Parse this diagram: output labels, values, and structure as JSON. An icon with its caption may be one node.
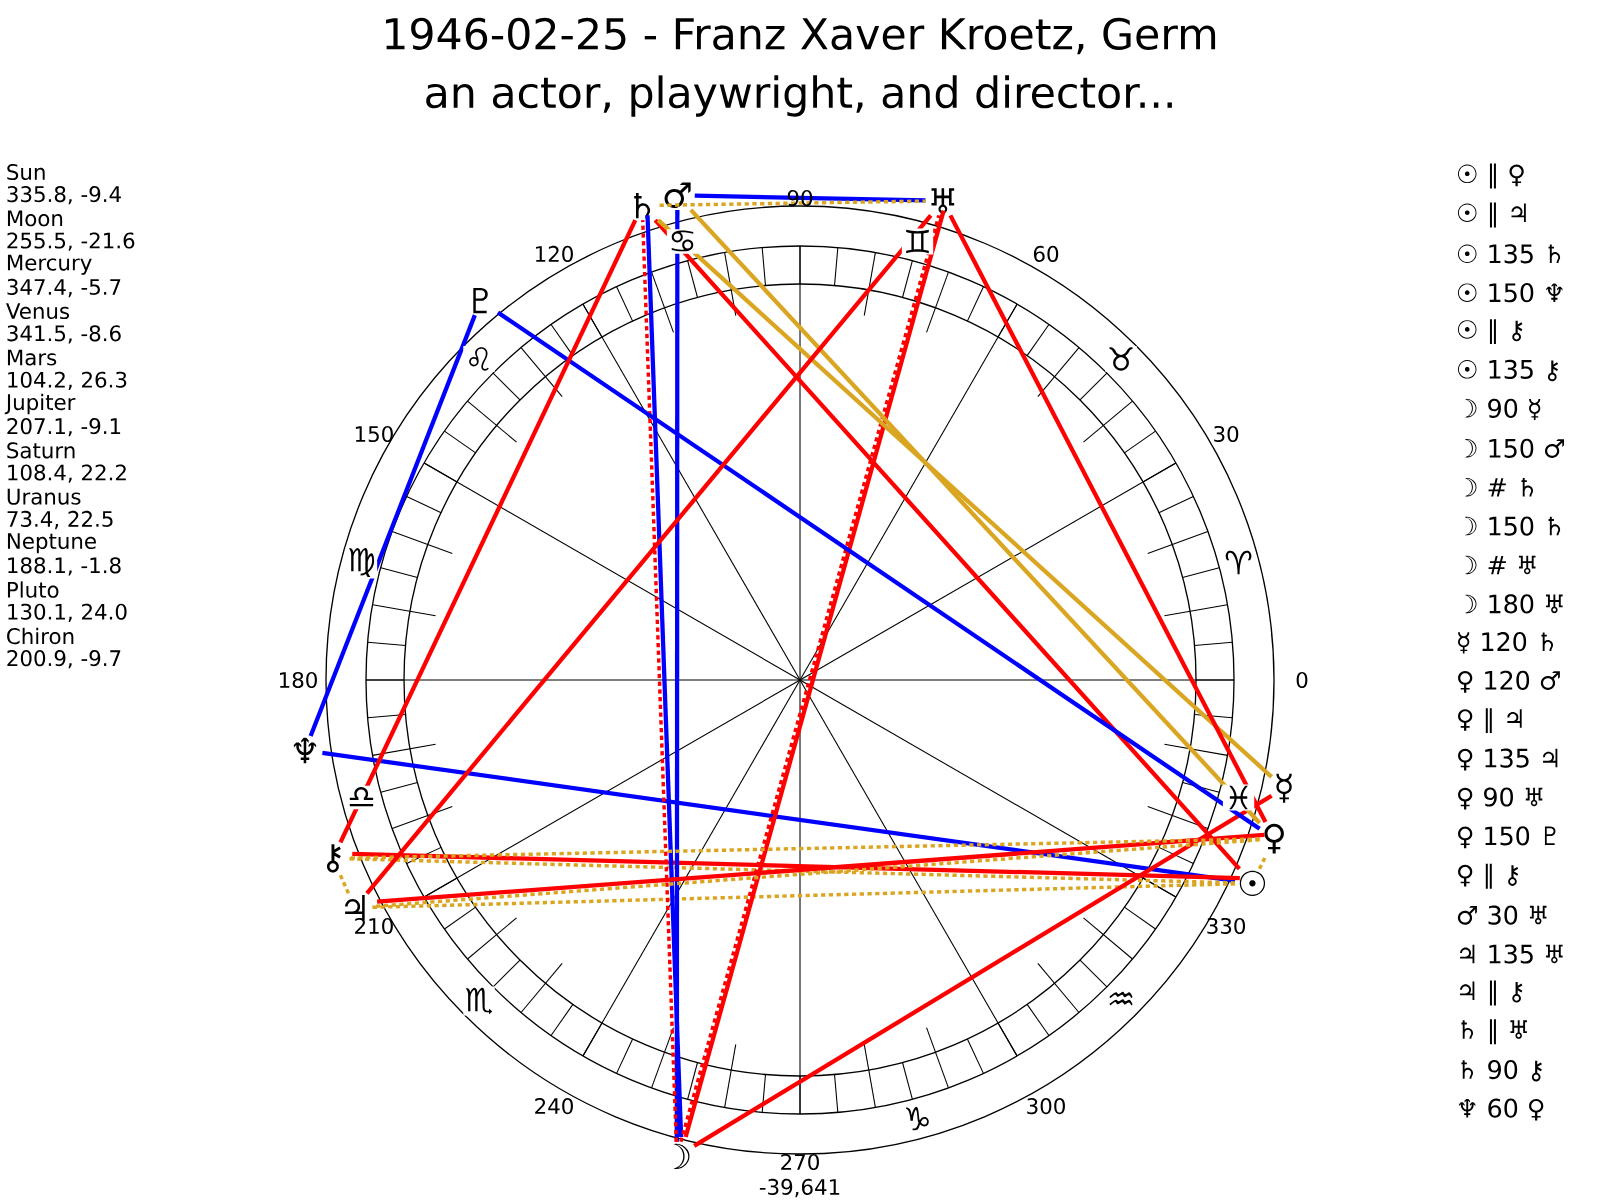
{
  "diagram": {
    "title": "1946-02-25 - Franz Xaver Kroetz, Germ",
    "nodes": [
      {
        "text": [
          "☉"
        ]
      },
      {
        "text": [
          "☽"
        ]
      },
      {
        "text": [
          "☿"
        ]
      },
      {
        "text": [
          "♀"
        ]
      },
      {
        "text": [
          "♂"
        ]
      },
      {
        "text": [
          "♃"
        ]
      },
      {
        "text": [
          "♄"
        ]
      },
      {
        "text": [
          "♅"
        ]
      },
      {
        "text": [
          "♆"
        ]
      },
      {
        "text": [
          "♇"
        ]
      },
      {
        "text": [
          "⚷"
        ]
      }
    ],
    "edges": [
      {
        "from": 0,
        "to": 3,
        "arrow": "none",
        "style": "dashed",
        "color": "#daa520"
      },
      {
        "from": 0,
        "to": 5,
        "arrow": "none",
        "style": "dashed",
        "color": "#daa520"
      },
      {
        "from": 0,
        "to": 6,
        "arrow": "none"
      },
      {
        "from": 0,
        "to": 8,
        "arrow": "none",
        "color": "#0000ff"
      },
      {
        "from": 0,
        "to": 10,
        "arrow": "none",
        "style": "dashed",
        "color": "#daa520"
      },
      {
        "from": 0,
        "to": 10,
        "arrow": "none"
      },
      {
        "from": 1,
        "to": 2,
        "arrow": "none"
      },
      {
        "from": 1,
        "to": 4,
        "arrow": "none",
        "color": "#0000ff"
      },
      {
        "from": 1,
        "to": 6,
        "arrow": "none",
        "style": "dashed"
      },
      {
        "from": 1,
        "to": 6,
        "arrow": "none",
        "color": "#0000ff"
      },
      {
        "from": 1,
        "to": 7,
        "arrow": "none",
        "style": "dashed"
      },
      {
        "from": 1,
        "to": 7,
        "arrow": "none"
      },
      {
        "from": 2,
        "to": 6,
        "arrow": "none",
        "color": "#daa520"
      },
      {
        "from": 3,
        "to": 4,
        "arrow": "none",
        "color": "#daa520"
      },
      {
        "from": 3,
        "to": 5,
        "arrow": "none",
        "style": "dashed",
        "color": "#daa520"
      },
      {
        "from": 3,
        "to": 5,
        "arrow": "none"
      },
      {
        "from": 3,
        "to": 7,
        "arrow": "none"
      },
      {
        "from": 3,
        "to": 9,
        "arrow": "none",
        "color": "#0000ff"
      },
      {
        "from": 3,
        "to": 10,
        "arrow": "none",
        "style": "dashed",
        "color": "#daa520"
      },
      {
        "from": 4,
        "to": 7,
        "arrow": "none",
        "color": "#0000ff"
      },
      {
        "from": 5,
        "to": 7,
        "arrow": "none"
      },
      {
        "from": 5,
        "to": 10,
        "arrow": "none",
        "style": "dashed",
        "color": "#daa520"
      },
      {
        "from": 6,
        "to": 7,
        "arrow": "none",
        "style": "dashed",
        "color": "#daa520"
      },
      {
        "from": 6,
        "to": 10,
        "arrow": "none"
      },
      {
        "from": 8,
        "to": 9,
        "arrow": "none",
        "color": "#0000ff"
      }
    ],
    "labels": [
      "an actor, playwright, and director...",
      "Sun",
      "335.8, -9.4",
      "Moon",
      "255.5, -21.6",
      "Mercury",
      "347.4, -5.7",
      "Venus",
      "341.5, -8.6",
      "Mars",
      "104.2, 26.3",
      "Jupiter",
      "207.1, -9.1",
      "Saturn",
      "108.4, 22.2",
      "Uranus",
      "73.4, 22.5",
      "Neptune",
      "188.1, -1.8",
      "Pluto",
      "130.1, 24.0",
      "Chiron",
      "200.9, -9.7",
      "0",
      "30",
      "60",
      "90",
      "120",
      "150",
      "180",
      "210",
      "240",
      "270",
      "300",
      "330",
      "♈",
      "♉",
      "♊",
      "♋",
      "♌",
      "♍",
      "♎",
      "♏",
      "♑",
      "♒",
      "♓",
      "☉ ∥ ♀",
      "☉ ∥ ♃",
      "☉ 135 ♄",
      "☉ 150 ♆",
      "☉ ∥ ⚷",
      "☉ 135 ⚷",
      "☽ 90 ☿",
      "☽ 150 ♂",
      "☽ # ♄",
      "☽ 150 ♄",
      "☽ # ♅",
      "☽ 180 ♅",
      "☿ 120 ♄",
      "♀ 120 ♂",
      "♀ ∥ ♃",
      "♀ 135 ♃",
      "♀ 90 ♅",
      "♀ 150 ♇",
      "♀ ∥ ⚷",
      "♂ 30 ♅",
      "♃ 135 ♅",
      "♃ ∥ ⚷",
      "♄ ∥ ♅",
      "♄ 90 ⚷",
      "♆ 60 ♀",
      "-39,641"
    ]
  }
}
